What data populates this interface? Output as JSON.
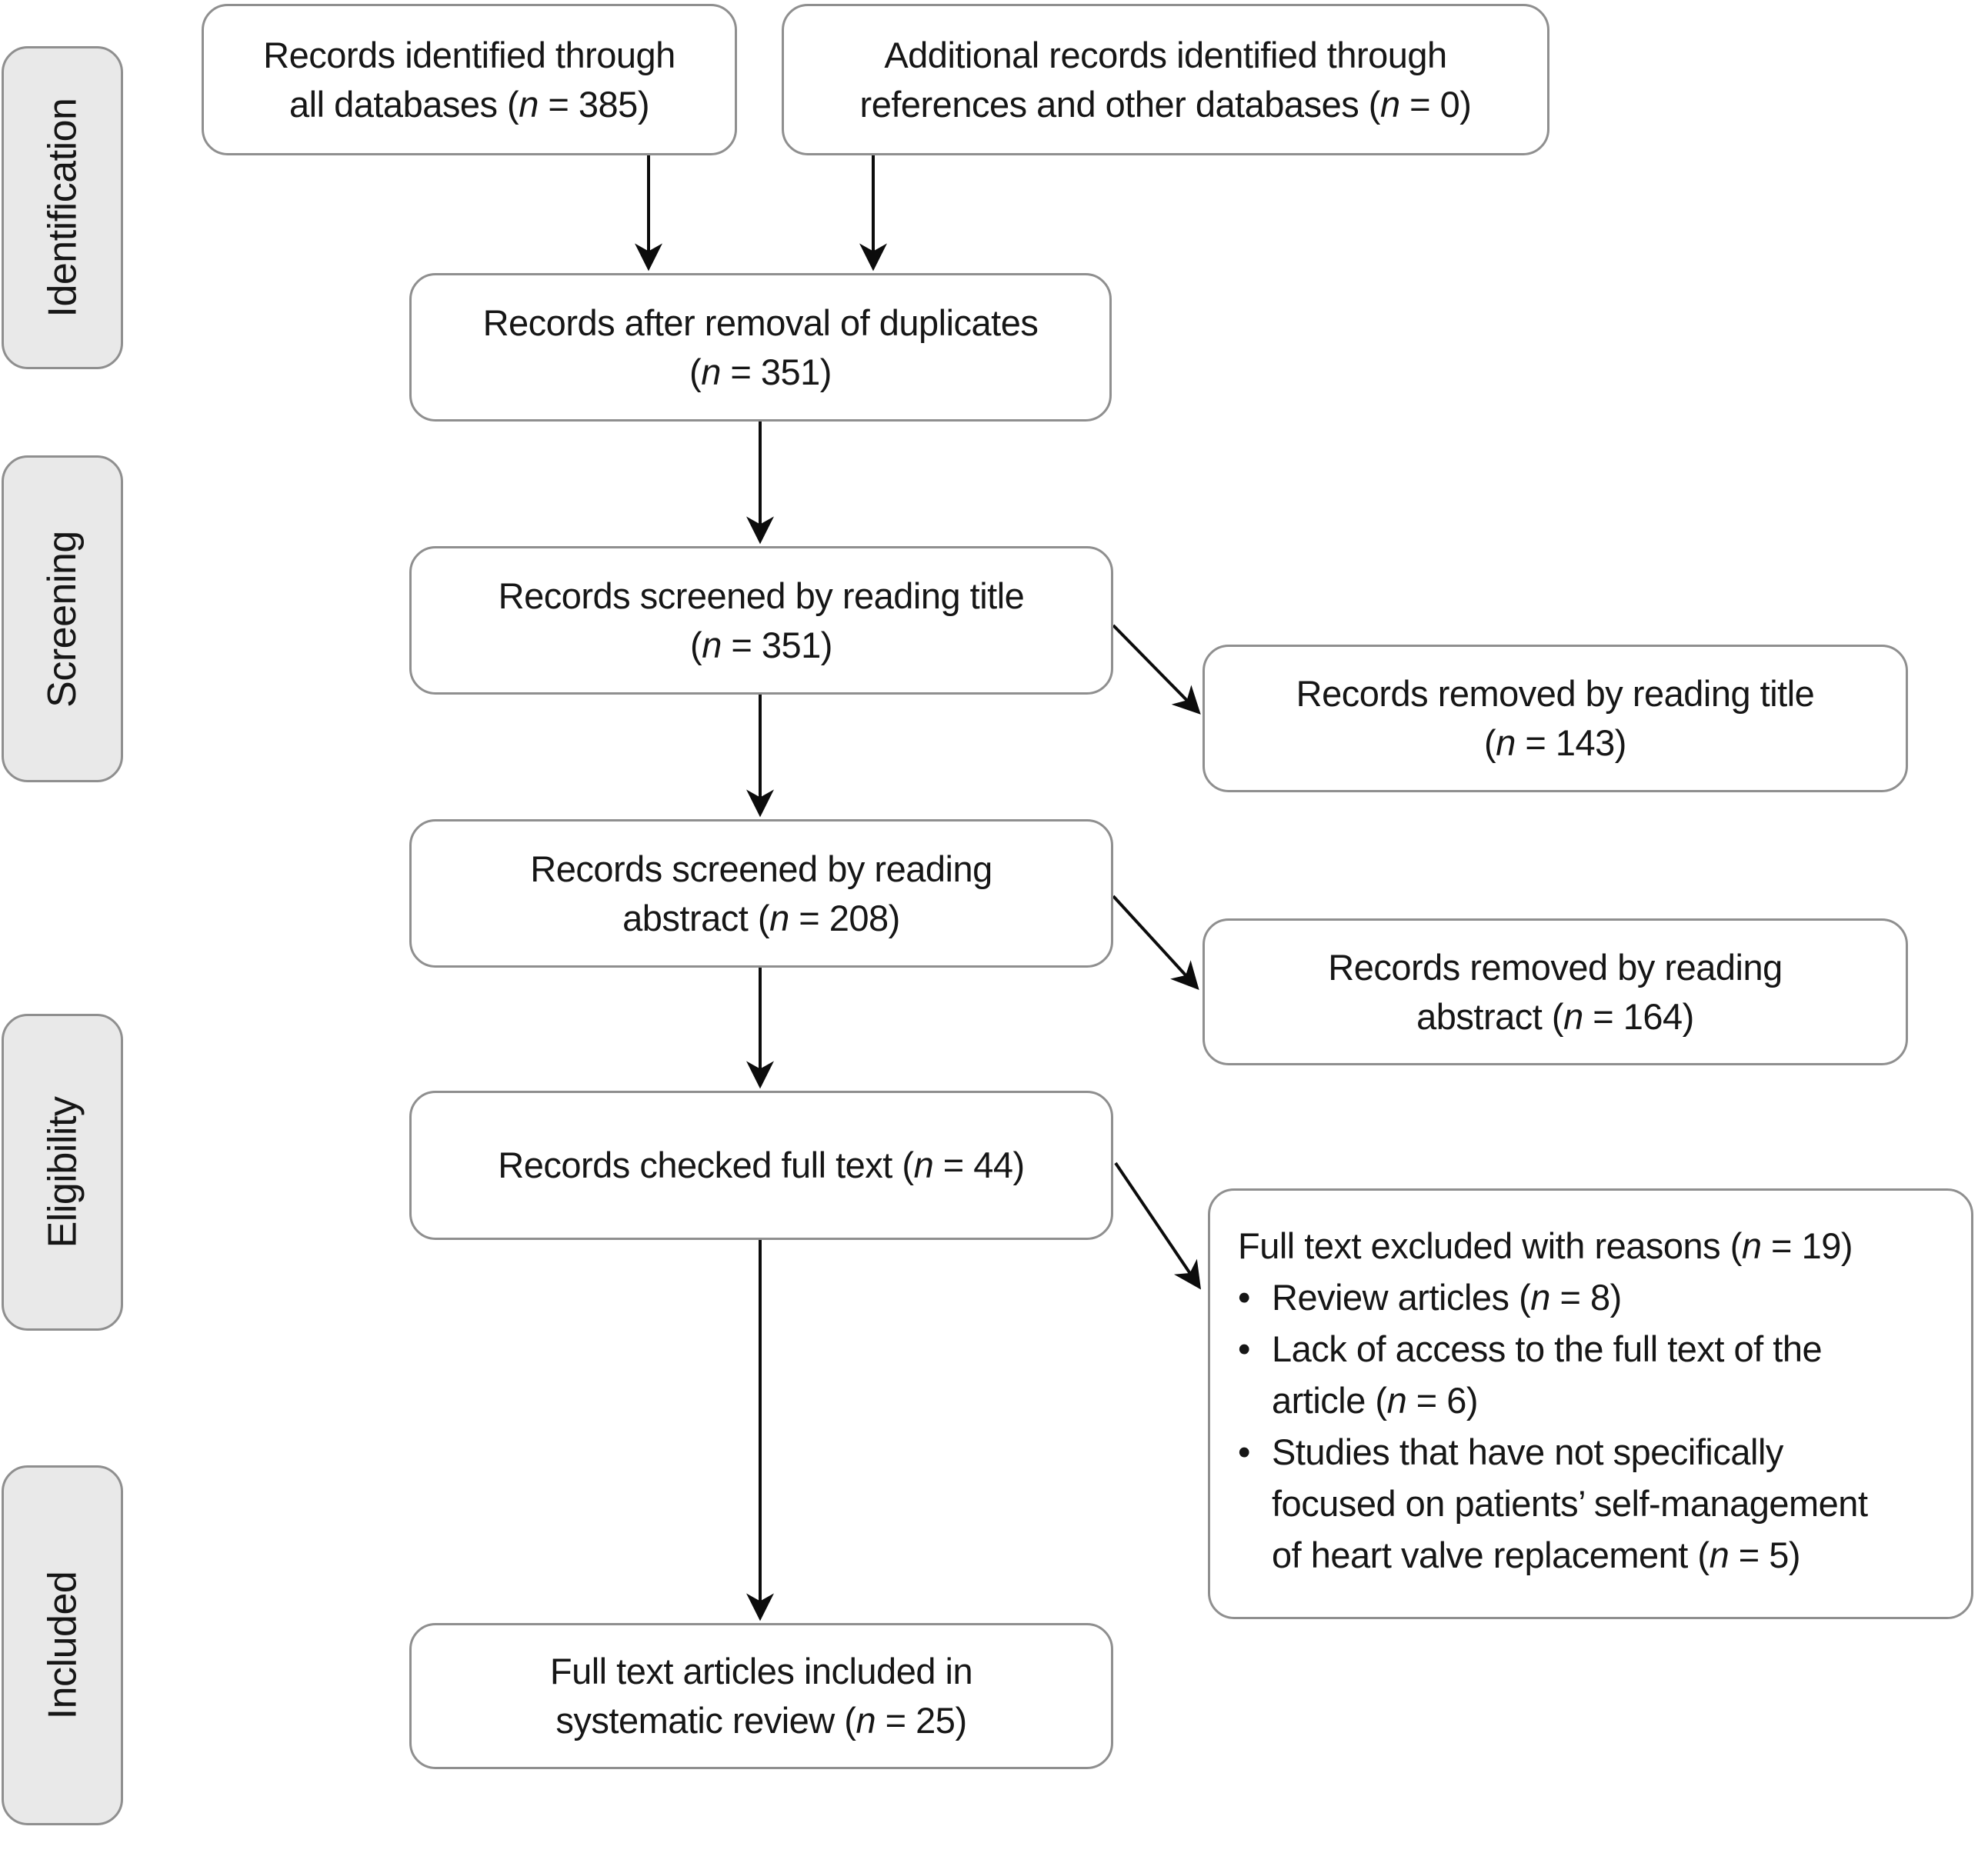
{
  "figure": {
    "type": "prisma-flow-diagram",
    "bullet_char": "•"
  },
  "colors": {
    "box_border": "#8f8f8f",
    "box_fill": "#ffffff",
    "stage_fill": "#e9e9e9",
    "text": "#161616",
    "arrow": "#0c0c0c"
  },
  "stages": {
    "items": [
      "Identification",
      "Screening",
      "Eligibility",
      "Included"
    ]
  },
  "boxes": {
    "identified": {
      "lines": [
        {
          "pre": "Records identified through"
        },
        {
          "pre": "all databases (",
          "n": "n",
          "post": " = 385)"
        }
      ]
    },
    "additional": {
      "lines": [
        {
          "pre": "Additional records identified through"
        },
        {
          "pre": "references and other databases (",
          "n": "n",
          "post": " = 0)"
        }
      ]
    },
    "deduplicated": {
      "lines": [
        {
          "pre": "Records after removal of duplicates"
        },
        {
          "pre": "(",
          "n": "n",
          "post": " = 351)"
        }
      ]
    },
    "screened_title": {
      "lines": [
        {
          "pre": "Records screened by reading title"
        },
        {
          "pre": "(",
          "n": "n",
          "post": " = 351)"
        }
      ]
    },
    "removed_title": {
      "lines": [
        {
          "pre": "Records removed by reading title"
        },
        {
          "pre": "(",
          "n": "n",
          "post": " = 143)"
        }
      ]
    },
    "screened_abstract": {
      "lines": [
        {
          "pre": "Records screened by reading"
        },
        {
          "pre": "abstract (",
          "n": "n",
          "post": " = 208)"
        }
      ]
    },
    "removed_abstract": {
      "lines": [
        {
          "pre": "Records removed by reading"
        },
        {
          "pre": "abstract (",
          "n": "n",
          "post": " = 164)"
        }
      ]
    },
    "full_text": {
      "lines": [
        {
          "pre": "Records checked full text (",
          "n": "n",
          "post": " = 44)"
        }
      ]
    },
    "excluded": {
      "title": {
        "pre": "Full text excluded with reasons (",
        "n": "n",
        "post": " = 19)"
      },
      "bullets": [
        {
          "lines": [
            {
              "pre": "Review articles (",
              "n": "n",
              "post": " = 8)"
            }
          ]
        },
        {
          "lines": [
            {
              "pre": "Lack of access to the full text of the"
            },
            {
              "pre": "article (",
              "n": "n",
              "post": " = 6)"
            }
          ]
        },
        {
          "lines": [
            {
              "pre": "Studies that have not specifically"
            },
            {
              "pre": "focused on patients’ self-management"
            },
            {
              "pre": "of heart valve replacement (",
              "n": "n",
              "post": " = 5)"
            }
          ]
        }
      ]
    },
    "included": {
      "lines": [
        {
          "pre": "Full text articles included in"
        },
        {
          "pre": "systematic review (",
          "n": "n",
          "post": " = 25)"
        }
      ]
    }
  }
}
